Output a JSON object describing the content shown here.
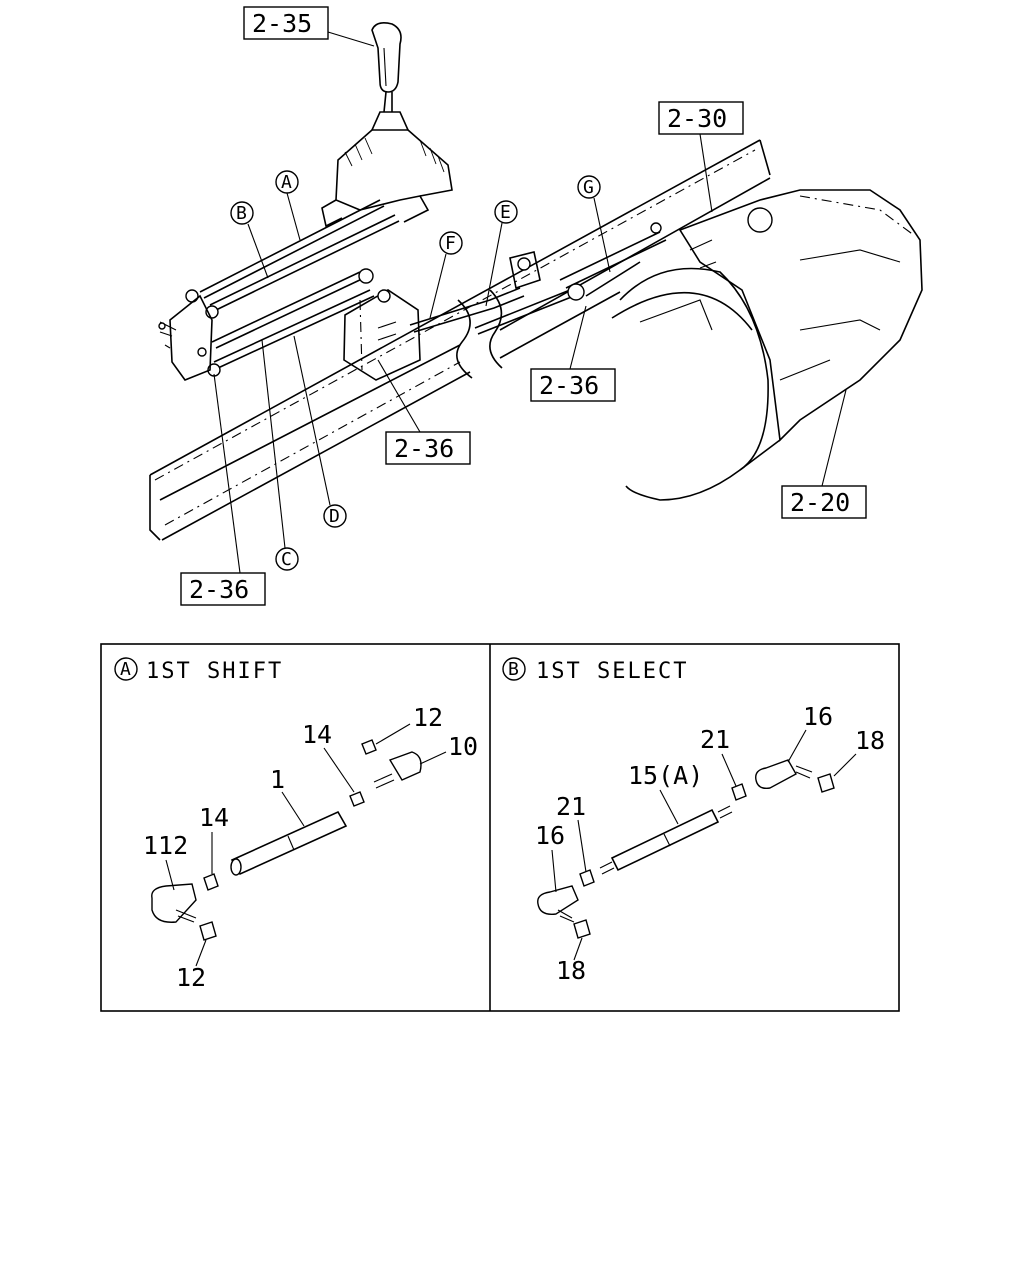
{
  "page_refs": {
    "r235": "2-35",
    "r230": "2-30",
    "r236a": "2-36",
    "r236b": "2-36",
    "r236c": "2-36",
    "r220": "2-20"
  },
  "callouts": {
    "a": "A",
    "b": "B",
    "c": "C",
    "d": "D",
    "e": "E",
    "f": "F",
    "g": "G"
  },
  "panel_a": {
    "marker": "A",
    "title": "1ST SHIFT",
    "parts": {
      "p12_top": "12",
      "p14_top": "14",
      "p10": "10",
      "p1": "1",
      "p14_left": "14",
      "p112": "112",
      "p12_bottom": "12"
    }
  },
  "panel_b": {
    "marker": "B",
    "title": "1ST SELECT",
    "parts": {
      "p16_top": "16",
      "p18_top": "18",
      "p21_top": "21",
      "p15a": "15(A)",
      "p21_left": "21",
      "p16_left": "16",
      "p18_bottom": "18"
    }
  }
}
